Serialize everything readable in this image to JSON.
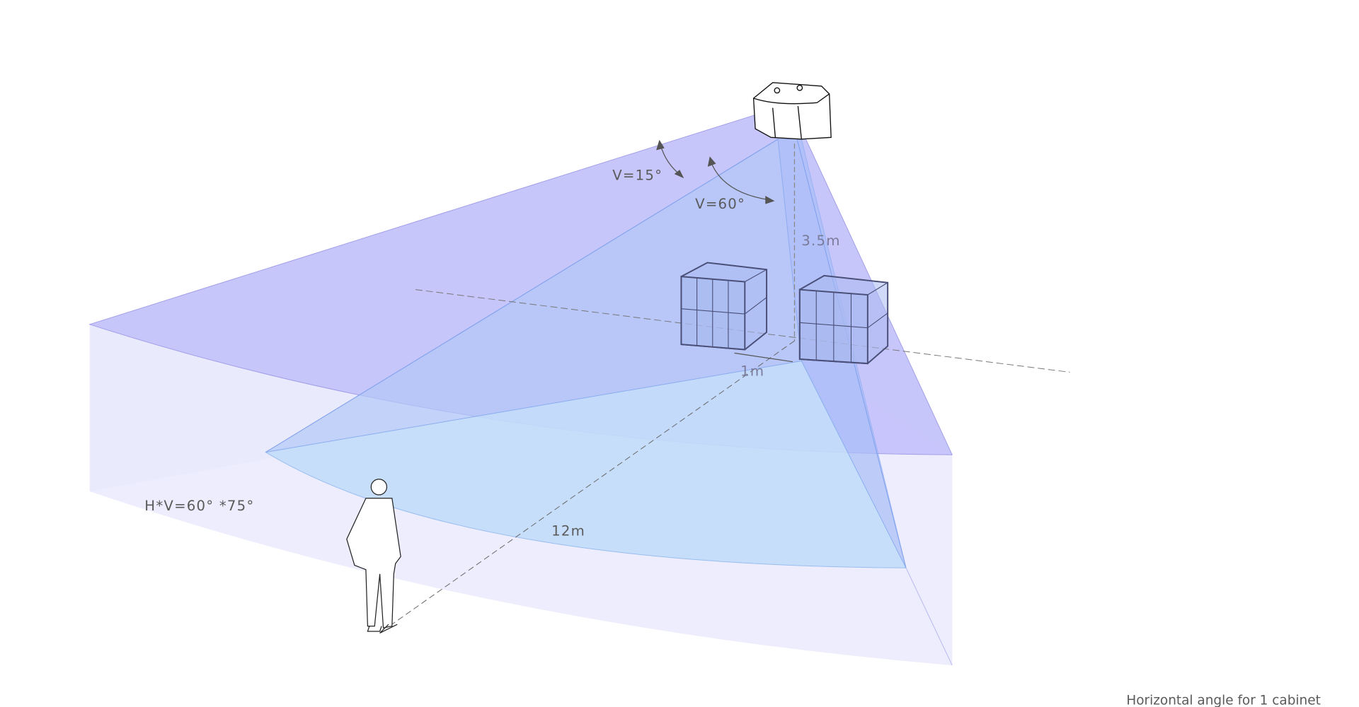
{
  "diagram": {
    "labels": {
      "v_small": "V=15°",
      "v_large": "V=60°",
      "height": "3.5m",
      "spacing": "1m",
      "coverage": "H*V=60° *75°",
      "distance": "12m"
    },
    "caption": "Horizontal angle for 1 cabinet",
    "colors": {
      "outer_fan": "#c5c3fb",
      "inner_fan": "#b2c8f8",
      "floor_outer": "#eeeefd",
      "floor_inner": "#c3ddfa",
      "text": "#5a5a5a"
    }
  }
}
